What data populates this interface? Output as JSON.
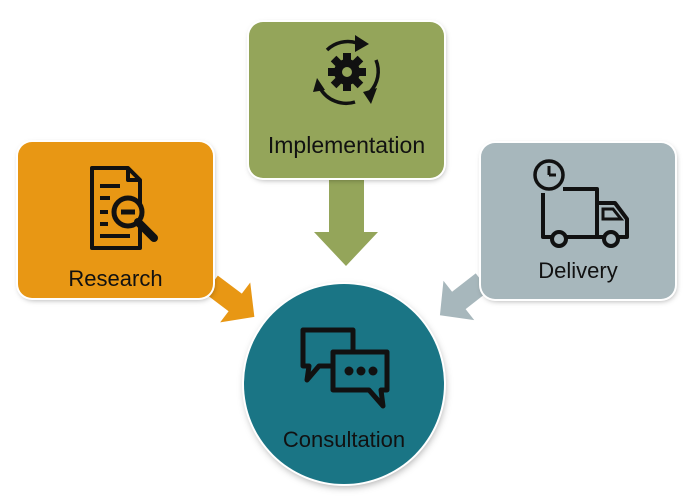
{
  "nodes": {
    "research": {
      "label": "Research",
      "color": "#e89714",
      "icon": "document-search-icon"
    },
    "implementation": {
      "label": "Implementation",
      "color": "#94a55a",
      "icon": "gear-cycle-icon"
    },
    "delivery": {
      "label": "Delivery",
      "color": "#a7b7bc",
      "icon": "delivery-truck-clock-icon"
    },
    "consultation": {
      "label": "Consultation",
      "color": "#1a7585",
      "icon": "chat-bubbles-icon"
    }
  },
  "edges": [
    {
      "from": "research",
      "to": "consultation"
    },
    {
      "from": "implementation",
      "to": "consultation"
    },
    {
      "from": "delivery",
      "to": "consultation"
    }
  ]
}
